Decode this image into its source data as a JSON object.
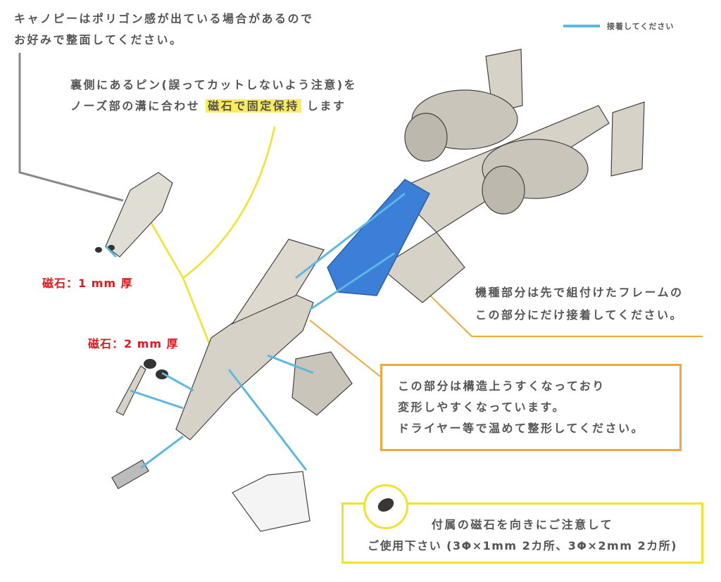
{
  "legend": {
    "label": "接着してください",
    "color": "#5bb8e0"
  },
  "canopy_note": {
    "line1": "キャノピーはポリゴン感が出ている場合があるので",
    "line2": "お好みで整面してください。"
  },
  "pin_note": {
    "line1": "裏側にあるピン(誤ってカットしないよう注意)を",
    "line2_before": "ノーズ部の溝に合わせ",
    "line2_highlight": "磁石で固定保持",
    "line2_after": "します",
    "highlight_color": "#fbec5d"
  },
  "magnet_1mm": "磁石：1 mm 厚",
  "magnet_2mm": "磁石：2 mm 厚",
  "frame_note": {
    "line1": "機種部分は先で組付けたフレームの",
    "line2": "この部分にだけ接着してください。"
  },
  "deform_note": {
    "line1": "この部分は構造上うすくなっており",
    "line2": "変形しやすくなっています。",
    "line3": "ドライヤー等で温めて整形してください。"
  },
  "magnet_note": {
    "line1": "付属の磁石を向きにご注意して",
    "line2": "ご使用下さい (3Φ×1mm 2カ所、3Φ×2mm 2カ所)"
  },
  "colors": {
    "accent_yellow": "#f2e22a",
    "accent_orange": "#f0a83a",
    "glue_blue": "#5bb8e0",
    "part_blue": "#3b7fd9",
    "warning_red": "#e8161b"
  }
}
